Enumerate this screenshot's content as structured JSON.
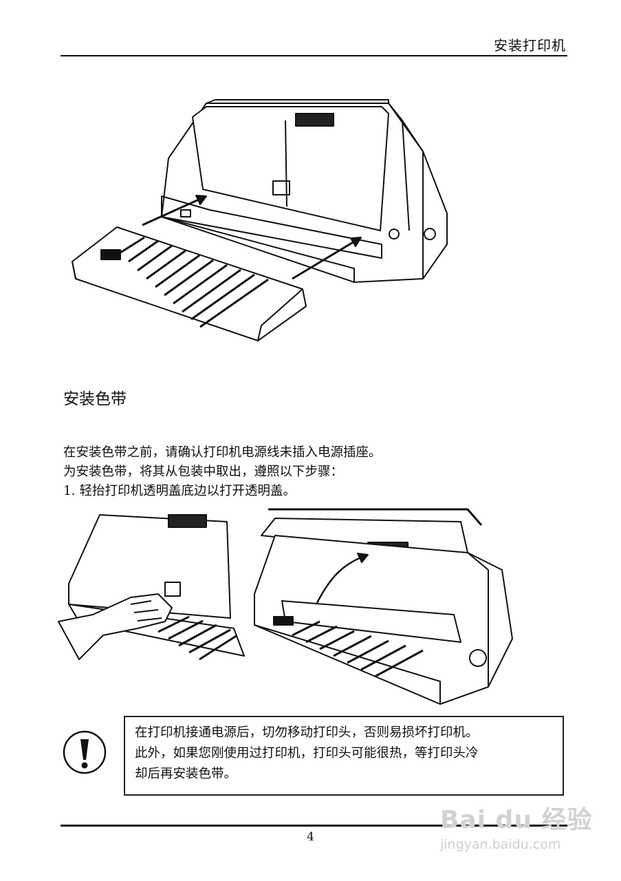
{
  "header": {
    "title": "安装打印机"
  },
  "section": {
    "heading": "安装色带"
  },
  "paragraphs": [
    "在安装色带之前，请确认打印机电源线未插入电源插座。",
    "为安装色带，将其从包装中取出，遵照以下步骤：",
    "1.  轻抬打印机透明盖底边以打开透明盖。"
  ],
  "caution": {
    "icon": "exclamation-circle-icon",
    "lines": [
      "在打印机接通电源后，切勿移动打印头，否则易损坏打印机。",
      "此外，如果您刚使用过打印机，打印头可能很热，等打印头冷",
      "却后再安装色带。"
    ]
  },
  "footer": {
    "page_number": "4"
  },
  "watermark": {
    "brand": "Bai du 经验",
    "url": "jingyan.baidu.com"
  }
}
